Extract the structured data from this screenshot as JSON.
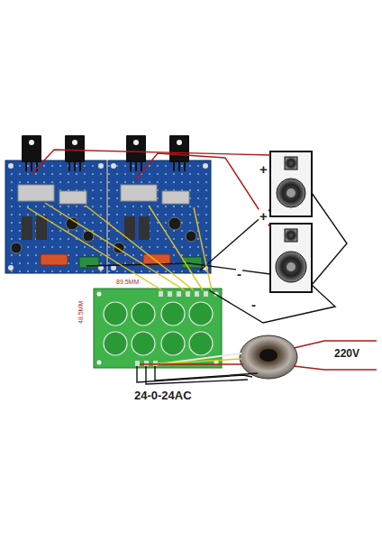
{
  "diagram": {
    "labels": [
      "+",
      "+",
      "-",
      "-",
      "89.5MM",
      "48.5MM",
      "24-0-24AC",
      "220V"
    ]
  }
}
